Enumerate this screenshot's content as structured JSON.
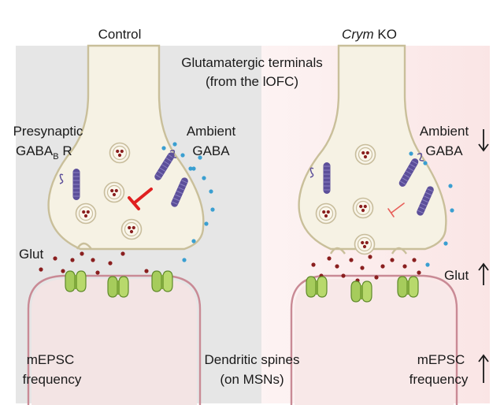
{
  "panels": {
    "control_title": "Control",
    "ko_title_gene": "Crym",
    "ko_title_suffix": " KO"
  },
  "labels": {
    "terminals_line1": "Glutamatergic terminals",
    "terminals_line2": "(from the lOFC)",
    "presynaptic_line1": "Presynaptic",
    "presynaptic_gaba": "GABA",
    "presynaptic_sub": "B",
    "presynaptic_r": " R",
    "ambient_left_line1": "Ambient",
    "ambient_left_line2": "GABA",
    "ambient_right_line1": "Ambient",
    "ambient_right_line2": "GABA",
    "glut_left": "Glut",
    "glut_right": "Glut",
    "mepsc_left_line1": "mEPSC",
    "mepsc_left_line2": "frequency",
    "mepsc_right_line1": "mEPSC",
    "mepsc_right_line2": "frequency",
    "spines_line1": "Dendritic spines",
    "spines_line2": "(on MSNs)"
  },
  "changes": {
    "ambient_gaba": "down",
    "glut": "up",
    "mepsc_frequency": "up"
  },
  "colors": {
    "control_bg": "#e6e6e6",
    "ko_bg": "#fbeaea",
    "terminal_fill": "#f6f2e4",
    "terminal_stroke": "#c9bf9a",
    "spine_fill": "#f6e6e6",
    "spine_stroke": "#c98a95",
    "receptor": "#5c4f9a",
    "gaba_dot": "#3a9fd1",
    "glut_dot": "#8a1f1f",
    "ampa": "#a6cc5c",
    "inhibition": "#e02020"
  }
}
